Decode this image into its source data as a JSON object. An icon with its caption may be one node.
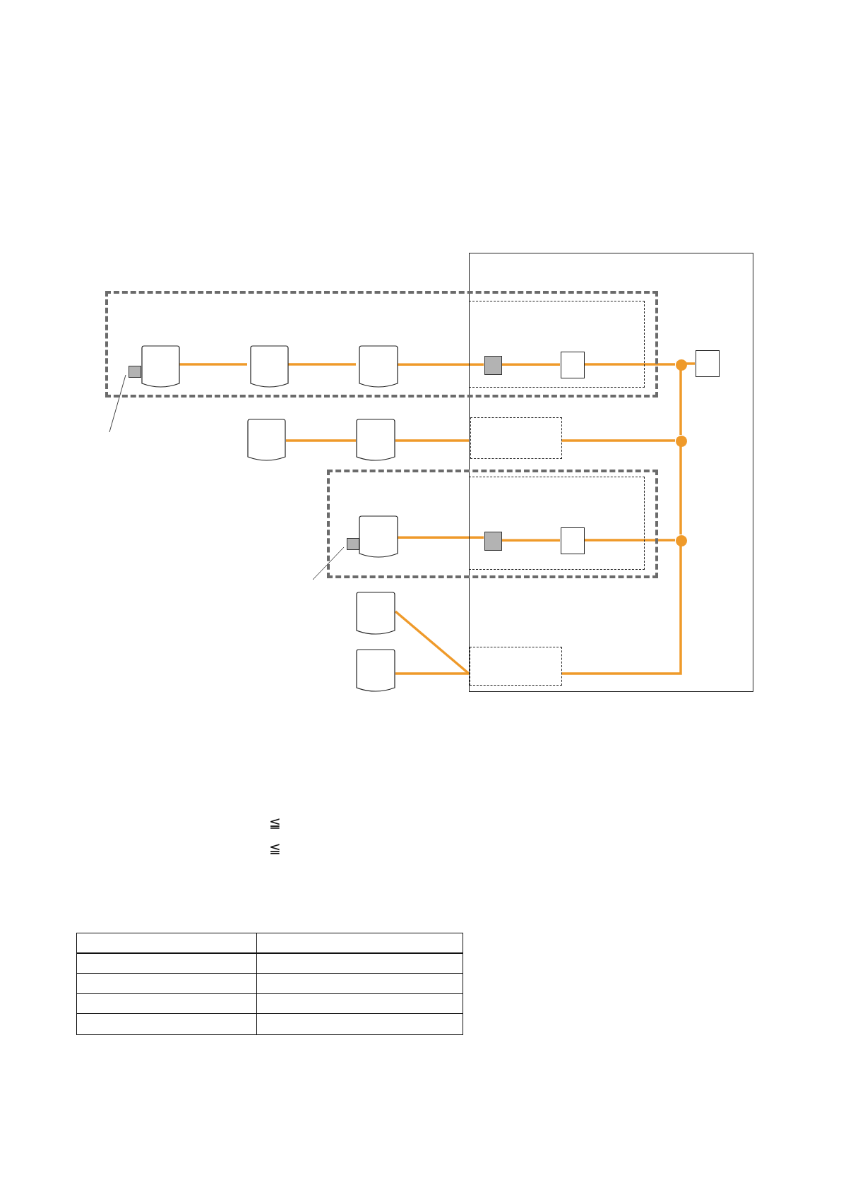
{
  "diagram": {
    "nodes": [
      {
        "text": [],
        "shape": "box"
      },
      {
        "text": [],
        "shape": "box"
      },
      {
        "text": [],
        "shape": "box"
      },
      {
        "text": [],
        "shape": "box",
        "in": 1
      },
      {
        "text": [],
        "shape": "document",
        "in": 1
      },
      {
        "text": [],
        "shape": "document",
        "in": 1
      },
      {
        "text": [],
        "shape": "document",
        "in": 1
      },
      {
        "text": [],
        "shape": "box",
        "in": 2
      },
      {
        "text": [],
        "shape": "box",
        "in": 2
      },
      {
        "text": [],
        "shape": "circle",
        "in": 0
      },
      {
        "text": [],
        "shape": "box",
        "in": 0
      },
      {
        "text": [],
        "shape": "document"
      },
      {
        "text": [],
        "shape": "document"
      },
      {
        "text": [],
        "shape": "box",
        "in": 0
      },
      {
        "text": [],
        "shape": "circle",
        "in": 0
      },
      {
        "text": [],
        "shape": "box"
      },
      {
        "text": [],
        "shape": "box"
      },
      {
        "text": [],
        "shape": "box",
        "in": 15
      },
      {
        "text": [],
        "shape": "document",
        "in": 15
      },
      {
        "text": [],
        "shape": "box",
        "in": 16
      },
      {
        "text": [],
        "shape": "box",
        "in": 16
      },
      {
        "text": [],
        "shape": "circle",
        "in": 0
      },
      {
        "text": [],
        "shape": "document"
      },
      {
        "text": [],
        "shape": "document"
      },
      {
        "text": [],
        "shape": "box",
        "in": 0
      }
    ],
    "edges": [
      {
        "from": 4,
        "to": 5,
        "arrow": "none"
      },
      {
        "from": 5,
        "to": 6,
        "arrow": "none"
      },
      {
        "from": 6,
        "to": 7,
        "arrow": "none"
      },
      {
        "from": 7,
        "to": 8,
        "arrow": "none"
      },
      {
        "from": 8,
        "to": 9,
        "arrow": "none"
      },
      {
        "from": 9,
        "to": 10,
        "arrow": "none"
      },
      {
        "from": 11,
        "to": 12,
        "arrow": "none"
      },
      {
        "from": 12,
        "to": 13,
        "arrow": "none"
      },
      {
        "from": 13,
        "to": 14,
        "arrow": "none"
      },
      {
        "from": 18,
        "to": 19,
        "arrow": "none"
      },
      {
        "from": 19,
        "to": 20,
        "arrow": "none"
      },
      {
        "from": 20,
        "to": 21,
        "arrow": "none"
      },
      {
        "from": 9,
        "to": 14,
        "arrow": "none"
      },
      {
        "from": 14,
        "to": 21,
        "arrow": "none"
      },
      {
        "from": 22,
        "to": 24,
        "arrow": "none"
      },
      {
        "from": 23,
        "to": 24,
        "arrow": "none"
      },
      {
        "from": 24,
        "to": 21,
        "arrow": "none"
      },
      {
        "from": null,
        "to": 3,
        "arrow": "none",
        "color": "#444444"
      },
      {
        "from": null,
        "to": 17,
        "arrow": "none",
        "color": "#444444"
      }
    ],
    "labels": [
      "≦",
      "≦"
    ]
  }
}
